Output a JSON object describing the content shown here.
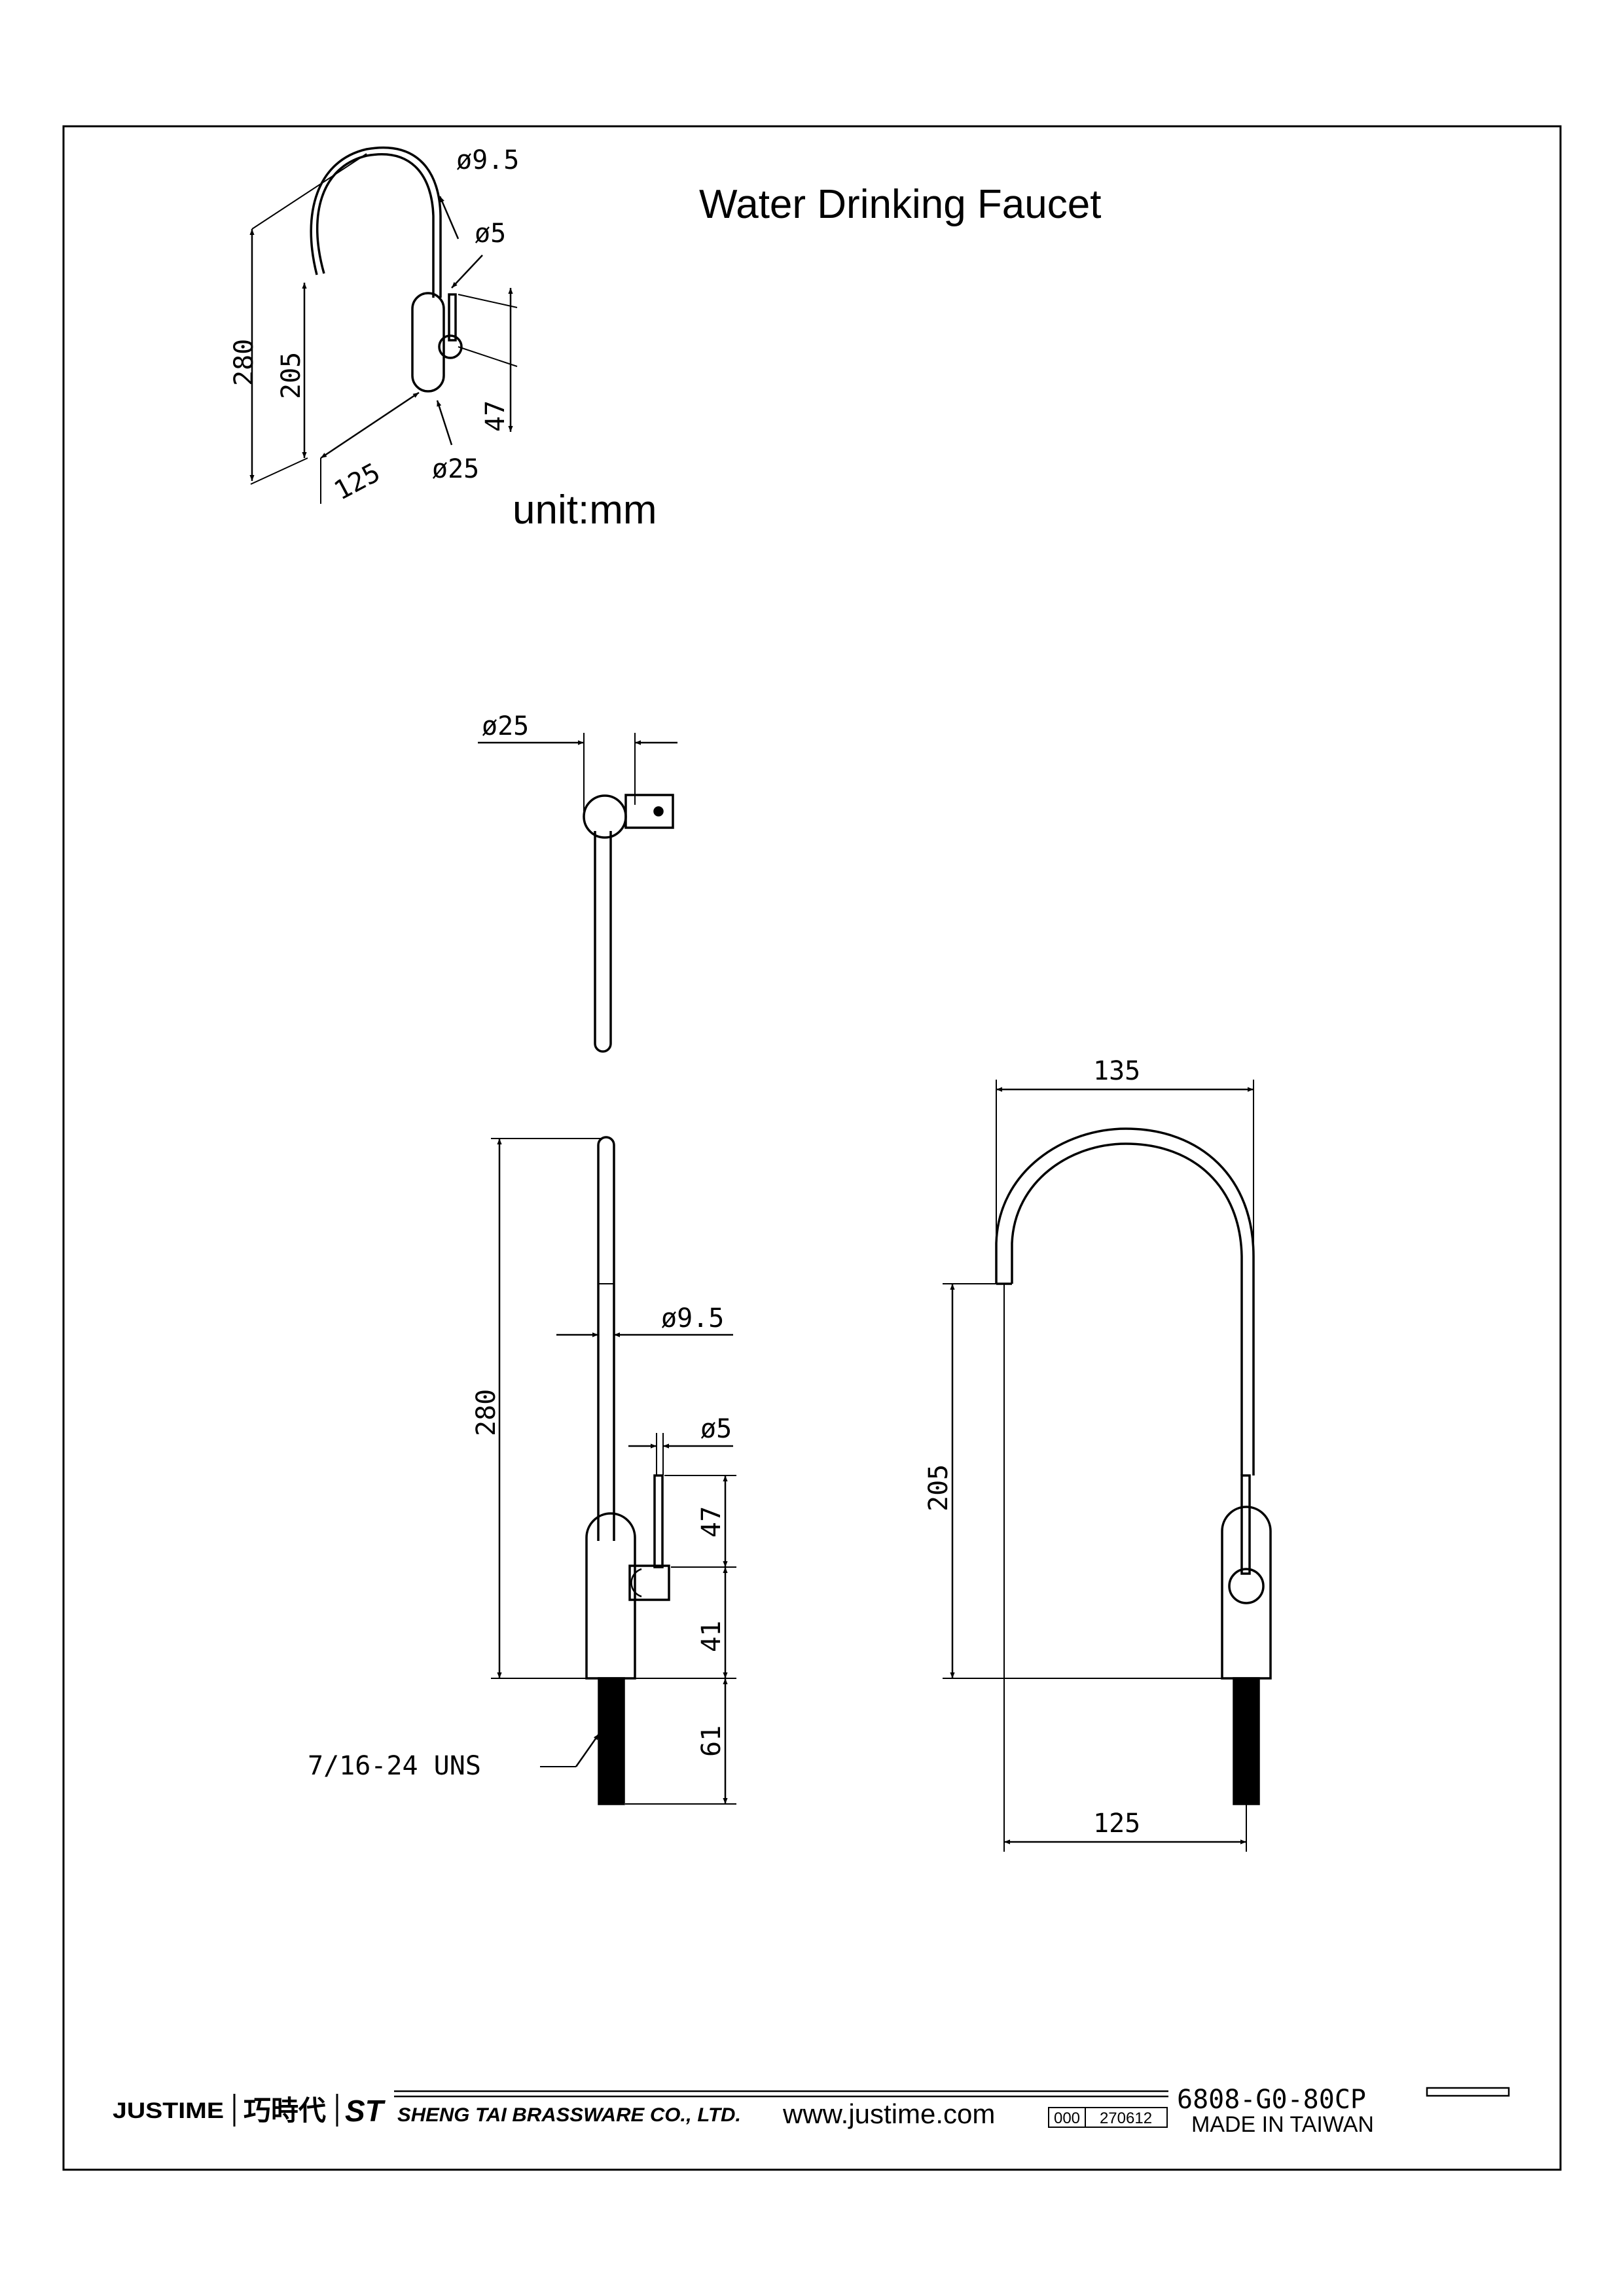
{
  "title": "Water Drinking Faucet",
  "unit": "unit:mm",
  "iso_view": {
    "dim_spout_dia": "ø9.5",
    "dim_lever_dia": "ø5",
    "dim_height_total": "280",
    "dim_height_outlet": "205",
    "dim_lever_length": "47",
    "dim_reach": "125",
    "dim_base_dia": "ø25"
  },
  "top_view": {
    "dim_base_dia": "ø25"
  },
  "side_view": {
    "dim_height_total": "280",
    "dim_spout_dia": "ø9.5",
    "dim_lever_dia": "ø5",
    "dim_lever_length": "47",
    "dim_base_height": "41",
    "dim_shank_length": "61",
    "thread_label": "7/16-24 UNS"
  },
  "front_view": {
    "dim_width": "135",
    "dim_height_outlet": "205",
    "dim_reach": "125"
  },
  "title_block": {
    "brand_logo": "JUSTIME",
    "chinese_logo": "巧時代",
    "st_logo": "ST",
    "company": "SHENG TAI BRASSWARE CO., LTD.",
    "website": "www.justime.com",
    "code_a": "000",
    "code_b": "270612",
    "model": "6808-G0-80CP",
    "origin": "MADE IN TAIWAN"
  }
}
